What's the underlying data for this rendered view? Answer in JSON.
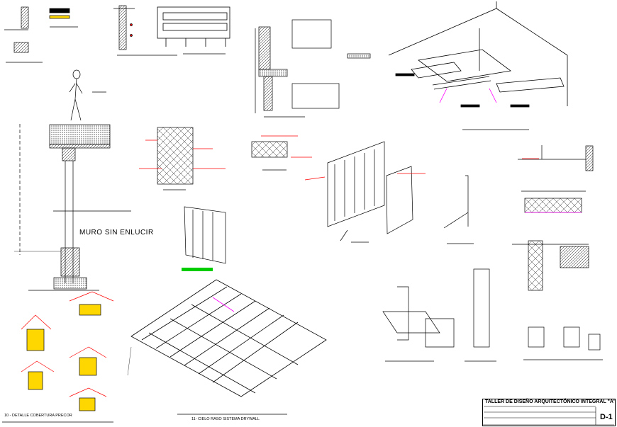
{
  "sheet": {
    "wall_note": "MURO SIN ENLUCIR",
    "caption_10": "10 - DETALLE COBERTURA PRECOR",
    "caption_11": "11- CIELO RASO SISTEMA DRYWALL",
    "title_block": {
      "title": "TALLER DE DISEÑO ARQUITECTÓNICO INTEGRAL \"A\"",
      "sheet_code": "D-1"
    }
  },
  "colors": {
    "line": "#000000",
    "callout": "#ff00ff",
    "accent_red": "#ff0000",
    "accent_green": "#00cc00",
    "accent_yellow": "#ffd700"
  }
}
